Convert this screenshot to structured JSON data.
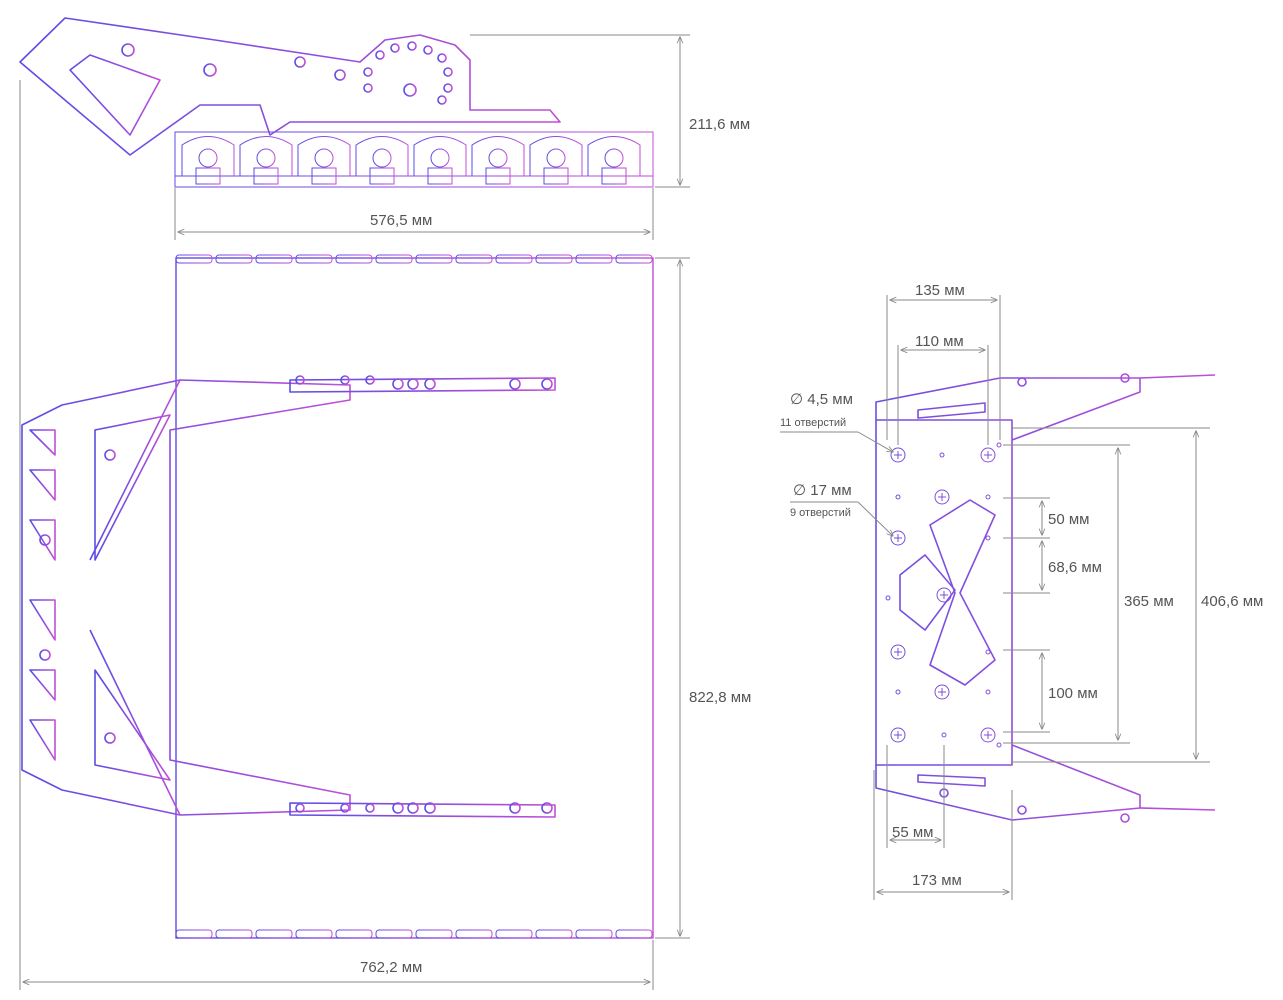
{
  "colors": {
    "gradient_start": "#5b4de6",
    "gradient_end": "#c04fd6",
    "dimension": "#8a8a8a",
    "text": "#555555"
  },
  "dimensions": {
    "top_height": "211,6 мм",
    "top_width": "576,5 мм",
    "body_height": "822,8 мм",
    "total_width": "762,2 мм",
    "w135": "135 мм",
    "w110": "110 мм",
    "hole_small": "∅ 4,5 мм",
    "hole_small_count": "11 отверстий",
    "hole_large": "∅ 17 мм",
    "hole_large_count": "9 отверстий",
    "d50": "50 мм",
    "d68": "68,6 мм",
    "d365": "365 мм",
    "d406": "406,6 мм",
    "d100": "100 мм",
    "d55": "55 мм",
    "d173": "173 мм"
  }
}
